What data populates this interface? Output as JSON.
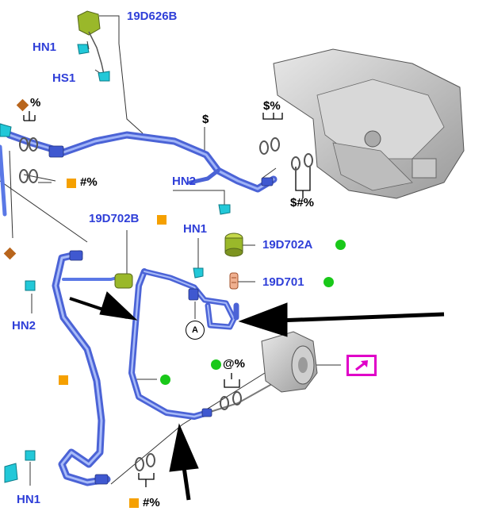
{
  "labels": {
    "part_19d626b": "19D626B",
    "hn1_top": "HN1",
    "hs1": "HS1",
    "pct_top_left": "%",
    "hash_pct_left": "#%",
    "dollar_mid": "$",
    "dollar_pct_right": "$%",
    "hn2_mid": "HN2",
    "dollar_hash_pct": "$#%",
    "part_19d702b": "19D702B",
    "hn1_mid": "HN1",
    "part_19d702a": "19D702A",
    "part_19d701": "19D701",
    "hn2_left": "HN2",
    "circle_a": "A",
    "at_pct": "@%",
    "hn1_bottom": "HN1",
    "hash_pct_bottom": "#%"
  },
  "colors": {
    "callout_blue": "#2f3fd8",
    "hose_blue": "#5a78e6",
    "marker_orange": "#f5a000",
    "marker_green": "#19c819",
    "marker_brown": "#b8651c",
    "external_link": "#e000c8",
    "fitting_cyan": "#22c8d8",
    "sensor_yellow": "#9ab82a"
  },
  "icons": {
    "external_link": "external-link-icon",
    "arrow": "pointer-arrow-icon"
  }
}
